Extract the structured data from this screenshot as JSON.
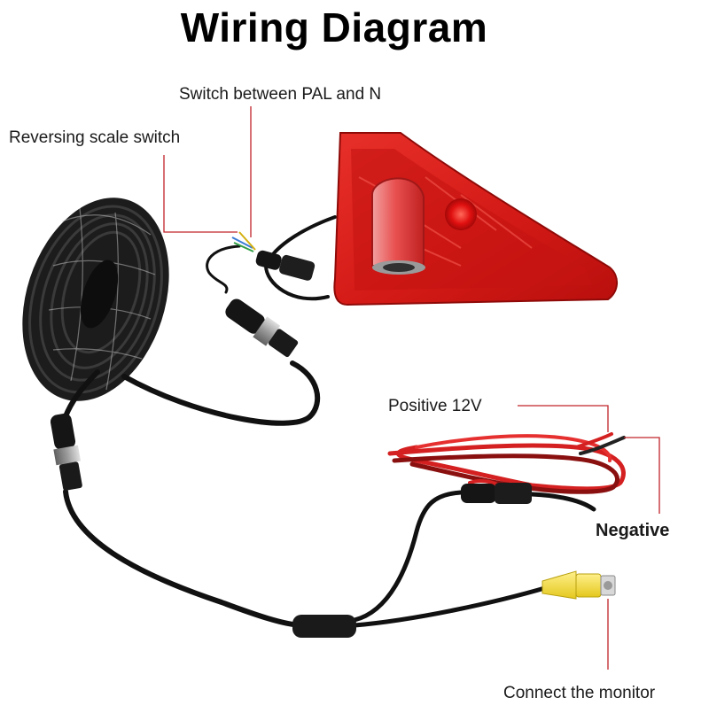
{
  "title": "Wiring Diagram",
  "labels": {
    "pal_switch": "Switch between PAL and N",
    "reversing_switch": "Reversing scale switch",
    "positive": "Positive 12V",
    "negative": "Negative",
    "monitor": "Connect the monitor"
  },
  "colors": {
    "leader_line": "#c0242a",
    "housing_red": "#e0201c",
    "cable_black": "#111111",
    "wire_red": "#d42020",
    "rca_yellow": "#f2d83a"
  }
}
